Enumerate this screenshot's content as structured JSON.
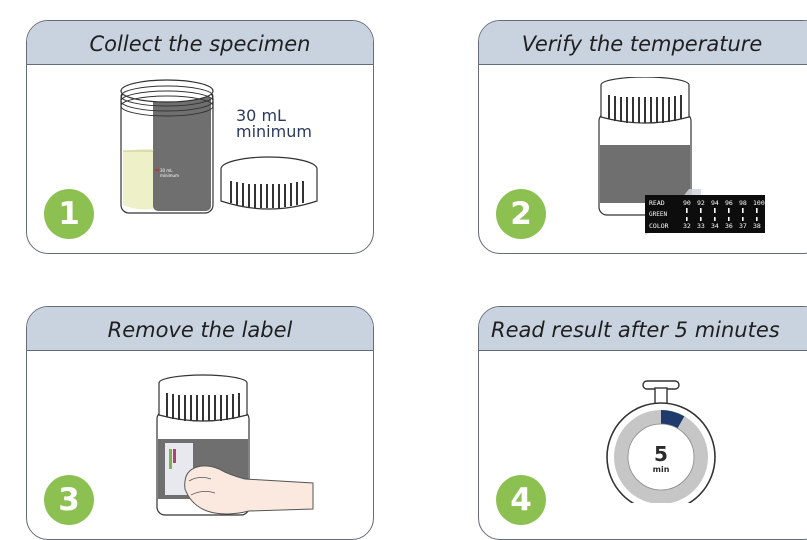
{
  "steps": [
    {
      "number": "1",
      "title": "Collect the specimen",
      "volume_line1": "30 mL",
      "volume_line2": "minimum",
      "jar_mark_line1": "30 mL",
      "jar_mark_line2": "minimum"
    },
    {
      "number": "2",
      "title": "Verify the temperature",
      "strip": {
        "read_label": "READ",
        "green_label": "GREEN",
        "color_label": "COLOR",
        "f_values": [
          "90",
          "92",
          "94",
          "96",
          "98",
          "100"
        ],
        "c_values": [
          "32",
          "33",
          "34",
          "36",
          "37",
          "38"
        ]
      }
    },
    {
      "number": "3",
      "title": "Remove the label"
    },
    {
      "number": "4",
      "title": "Read result after 5 minutes",
      "timer_value": "5",
      "timer_unit": "min",
      "timer_fraction": 0.083
    }
  ],
  "colors": {
    "header": "#c9d3e0",
    "border": "#646c78",
    "step_badge": "#8cc152",
    "cup_gray": "#6f6f70",
    "liquid": "#eef0c8",
    "timer_ring": "#c6c6c6",
    "timer_fill": "#1f3b6e",
    "volume_text": "#2b3a5e"
  }
}
